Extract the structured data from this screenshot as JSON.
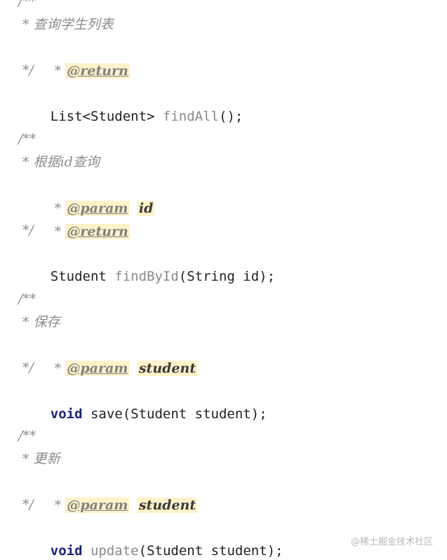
{
  "code": {
    "block1": {
      "comment_start": "/**",
      "desc": " * 查询学生列表",
      "return_prefix": " * ",
      "return_tag": "@return",
      "comment_end": " */",
      "sig_type": "List<Student> ",
      "sig_method": "findAll",
      "sig_rest": "();"
    },
    "block2": {
      "comment_start": "/**",
      "desc": " * 根据id查询",
      "param_prefix": " * ",
      "param_tag": "@param",
      "param_name": "id",
      "return_prefix": " * ",
      "return_tag": "@return",
      "comment_end": " */",
      "sig_type": "Student ",
      "sig_method": "findById",
      "sig_rest": "(String id);"
    },
    "block3": {
      "comment_start": "/**",
      "desc": " * 保存",
      "param_prefix": " * ",
      "param_tag": "@param",
      "param_name": "student",
      "comment_end": " */",
      "sig_keyword": "void",
      "sig_rest": " save(Student student);"
    },
    "block4": {
      "comment_start": "/**",
      "desc": " * 更新",
      "param_prefix": " * ",
      "param_tag": "@param",
      "param_name": "student",
      "comment_end": " */",
      "sig_keyword": "void",
      "sig_space": " ",
      "sig_method": "update",
      "sig_rest": "(Student student);"
    }
  },
  "watermark": "@稀土掘金技术社区"
}
